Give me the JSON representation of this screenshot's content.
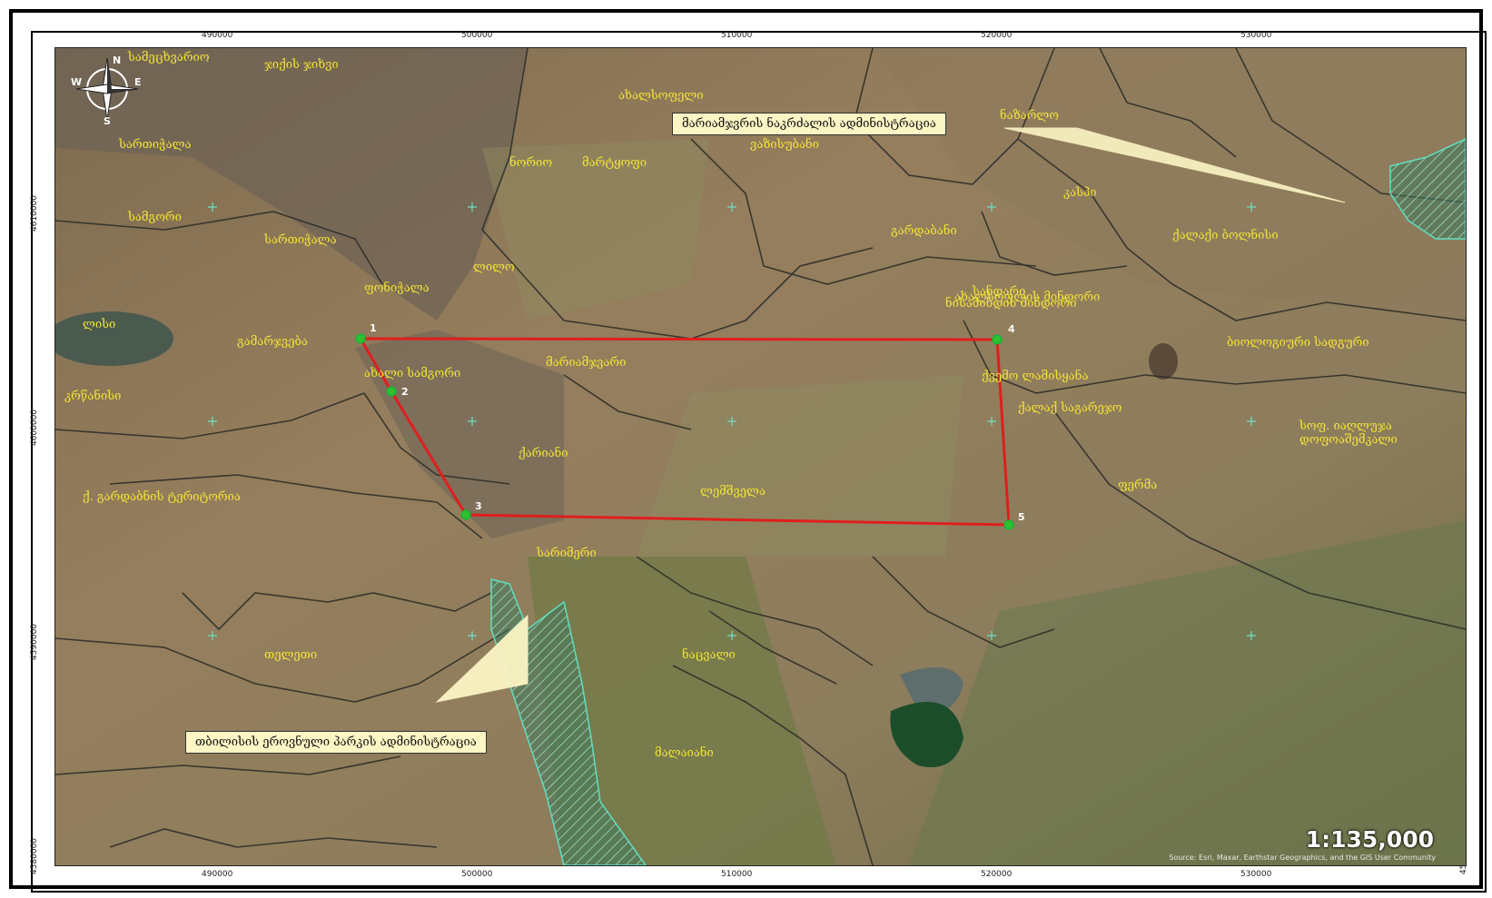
{
  "map": {
    "scale_label": "1:135,000",
    "attribution": "Source: Esri, Maxar, Earthstar Geographics, and the GIS User Community",
    "x_ticks": [
      "490000",
      "500000",
      "510000",
      "520000",
      "530000"
    ],
    "y_ticks": [
      "4610000",
      "4600000",
      "4590000",
      "4580000"
    ],
    "compass": {
      "n": "N",
      "s": "S",
      "e": "E",
      "w": "W"
    },
    "points": [
      {
        "id": "1",
        "label": "1"
      },
      {
        "id": "2",
        "label": "2"
      },
      {
        "id": "3",
        "label": "3"
      },
      {
        "id": "4",
        "label": "4"
      },
      {
        "id": "5",
        "label": "5"
      }
    ],
    "callouts": [
      {
        "text": "მარიამჯვრის ნაკრძალის ადმინისტრაცია"
      },
      {
        "text": "თბილისის ეროვნული პარკის ადმინისტრაცია"
      }
    ],
    "places": [
      "სამეცხვარიო",
      "ჯიქის ჯიხვი",
      "სართიჭალა",
      "ახალსოფელი",
      "სამგორი",
      "სართიჭალა",
      "ლილო",
      "ნორიო",
      "მარტყოფი",
      "ვაზისუბანი",
      "სანდარი",
      "ნაზარლო",
      "კასპი",
      "ლისი",
      "გამარჯვება",
      "ფონიჭალა",
      "მარიამჯვარი",
      "ახალი სამგორი",
      "გარდაბანი",
      "ქ. გარდაბნის ტერიტორია",
      "სარიმერი",
      "კრწანისი",
      "ქარიანი",
      "ლემშველა",
      "ახალსოფლის მინდორი",
      "ქალაქი ბოლნისი",
      "ფერმა",
      "თელეთი",
      "ნაცვალი",
      "ქვემო ლამისყანა",
      "ნისამინდის მინდორი",
      "ბიოლოგიური სადგური",
      "ქალაქ საგარეჯო",
      "მალაიანი",
      "დოფოაშემკალი",
      "სოფ. იაღლუჯა"
    ]
  }
}
